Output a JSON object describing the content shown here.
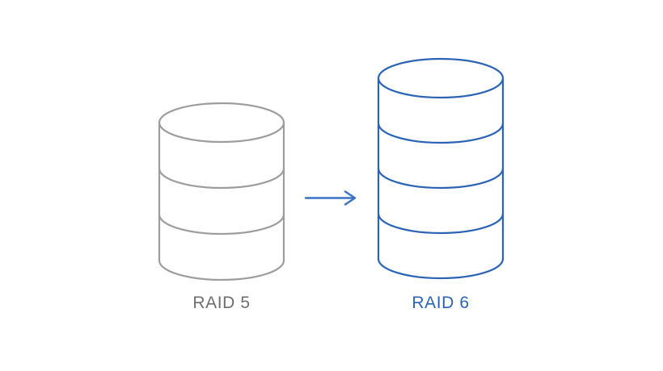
{
  "colors": {
    "background": "#ffffff",
    "raid5_stroke": "#9d9d9d",
    "raid5_label_color": "#6e6e6e",
    "raid6_stroke": "#2b63b5",
    "raid6_label_color": "#2b63b5",
    "arrow_color": "#3a72c2"
  },
  "diagram": {
    "source": {
      "label": "RAID 5",
      "icon": "database-cylinder-icon",
      "segments": 3
    },
    "arrow": {
      "icon": "right-arrow-icon",
      "direction": "right"
    },
    "target": {
      "label": "RAID 6",
      "icon": "database-cylinder-icon",
      "segments": 4
    }
  }
}
